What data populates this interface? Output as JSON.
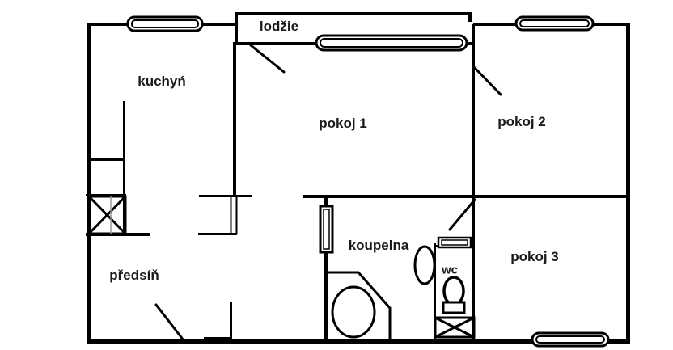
{
  "title": "apartment-floor-plan",
  "labels": {
    "kuchyn": "kuchyń",
    "lodzie": "lodžie",
    "pokoj1": "pokoj 1",
    "pokoj2": "pokoj 2",
    "pokoj3": "pokoj 3",
    "predsin": "předsíň",
    "koupelna": "koupelna",
    "wc": "wc"
  },
  "colors": {
    "wall": "#000000",
    "background": "#ffffff",
    "text": "#1a1a1a"
  }
}
